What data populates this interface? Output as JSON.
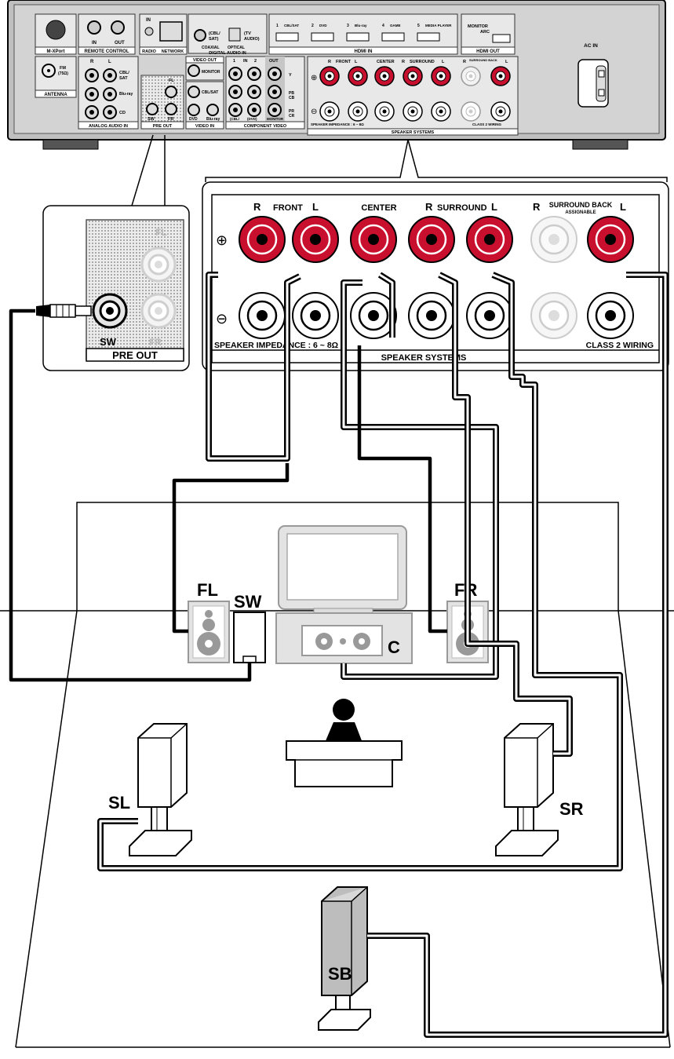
{
  "receiver": {
    "panel_labels": {
      "mxport": "M-XPort",
      "remote_control": "REMOTE CONTROL",
      "remote_in": "IN",
      "remote_out": "OUT",
      "radio_in": "IN",
      "radio": "RADIO",
      "network": "NETWORK",
      "coaxial": "COAXIAL",
      "cbl_sat": "(CBL/\nSAT)",
      "optical": "OPTICAL",
      "tv_audio": "(TV\nAUDIO)",
      "digital_audio_in": "DIGITAL AUDIO IN",
      "hdmi_in": "HDMI IN",
      "hdmi_inputs": [
        "1",
        "CBL/SAT",
        "2",
        "DVD",
        "3",
        "Blu-ray",
        "4",
        "GAME",
        "5",
        "MEDIA PLAYER"
      ],
      "monitor_arc": "MONITOR\nARC",
      "hdmi_out": "HDMI OUT",
      "ac_in": "AC IN",
      "fm": "FM\n(75Ω)",
      "antenna": "ANTENNA",
      "analog_r": "R",
      "analog_l": "L",
      "analog_cbl_sat": "CBL/\nSAT",
      "analog_bluray": "Blu-ray",
      "analog_cd": "CD",
      "analog_audio_in": "ANALOG AUDIO IN",
      "pre_out_fl": "FL",
      "pre_out_sw": "SW",
      "pre_out_fr": "FR",
      "pre_out": "PRE OUT",
      "video_out": "VIDEO OUT",
      "monitor": "MONITOR",
      "video_cbl_sat": "CBL/SAT",
      "video_dvd": "DVD",
      "video_bluray": "Blu-ray",
      "video_in": "VIDEO IN",
      "component_1": "1",
      "component_in": "IN",
      "component_2": "2",
      "component_out": "OUT",
      "component_y": "Y",
      "component_pb": "PB\nCB",
      "component_pr": "PR\nCR",
      "component_cbl_sat": "(CBL/\nSAT)",
      "component_dvd": "(DVD)",
      "component_monitor": "MONITOR",
      "component_video": "COMPONENT VIDEO",
      "spk_plus": "⊕",
      "spk_minus": "⊖",
      "spk_r1": "R",
      "spk_front": "FRONT",
      "spk_l1": "L",
      "spk_center": "CENTER",
      "spk_r2": "R",
      "spk_surround": "SURROUND",
      "spk_l2": "L",
      "spk_r3": "R",
      "spk_surround_back": "SURROUND BACK\nASSIGNABLE",
      "spk_l3": "L",
      "spk_impedance": "SPEAKER IMPEDANCE : 6 ~ 8Ω",
      "spk_class2": "CLASS 2 WIRING",
      "spk_systems": "SPEAKER SYSTEMS"
    }
  },
  "pre_out_zoom": {
    "fl": "FL",
    "sw": "SW",
    "fr": "FR",
    "title": "PRE OUT"
  },
  "speaker_zoom": {
    "front_r": "R",
    "front": "FRONT",
    "front_l": "L",
    "center": "CENTER",
    "surround_r": "R",
    "surround": "SURROUND",
    "surround_l": "L",
    "back_r": "R",
    "back_top": "SURROUND BACK",
    "back_sub": "ASSIGNABLE",
    "back_l": "L",
    "impedance": "SPEAKER IMPEDANCE : 6 ~ 8Ω",
    "class2": "CLASS 2 WIRING",
    "systems": "SPEAKER SYSTEMS"
  },
  "room": {
    "speakers": {
      "fl": "FL",
      "sw": "SW",
      "fr": "FR",
      "c": "C",
      "sl": "SL",
      "sr": "SR",
      "sb": "SB"
    }
  },
  "colors": {
    "red_terminal": "#c8102e",
    "panel_gray": "#c9c9c9",
    "panel_light": "#e2e2e2",
    "dark_gray": "#4a4a4a",
    "speaker_gray": "#bdbdbd",
    "speaker_light": "#e3e3e3",
    "black": "#000000"
  }
}
